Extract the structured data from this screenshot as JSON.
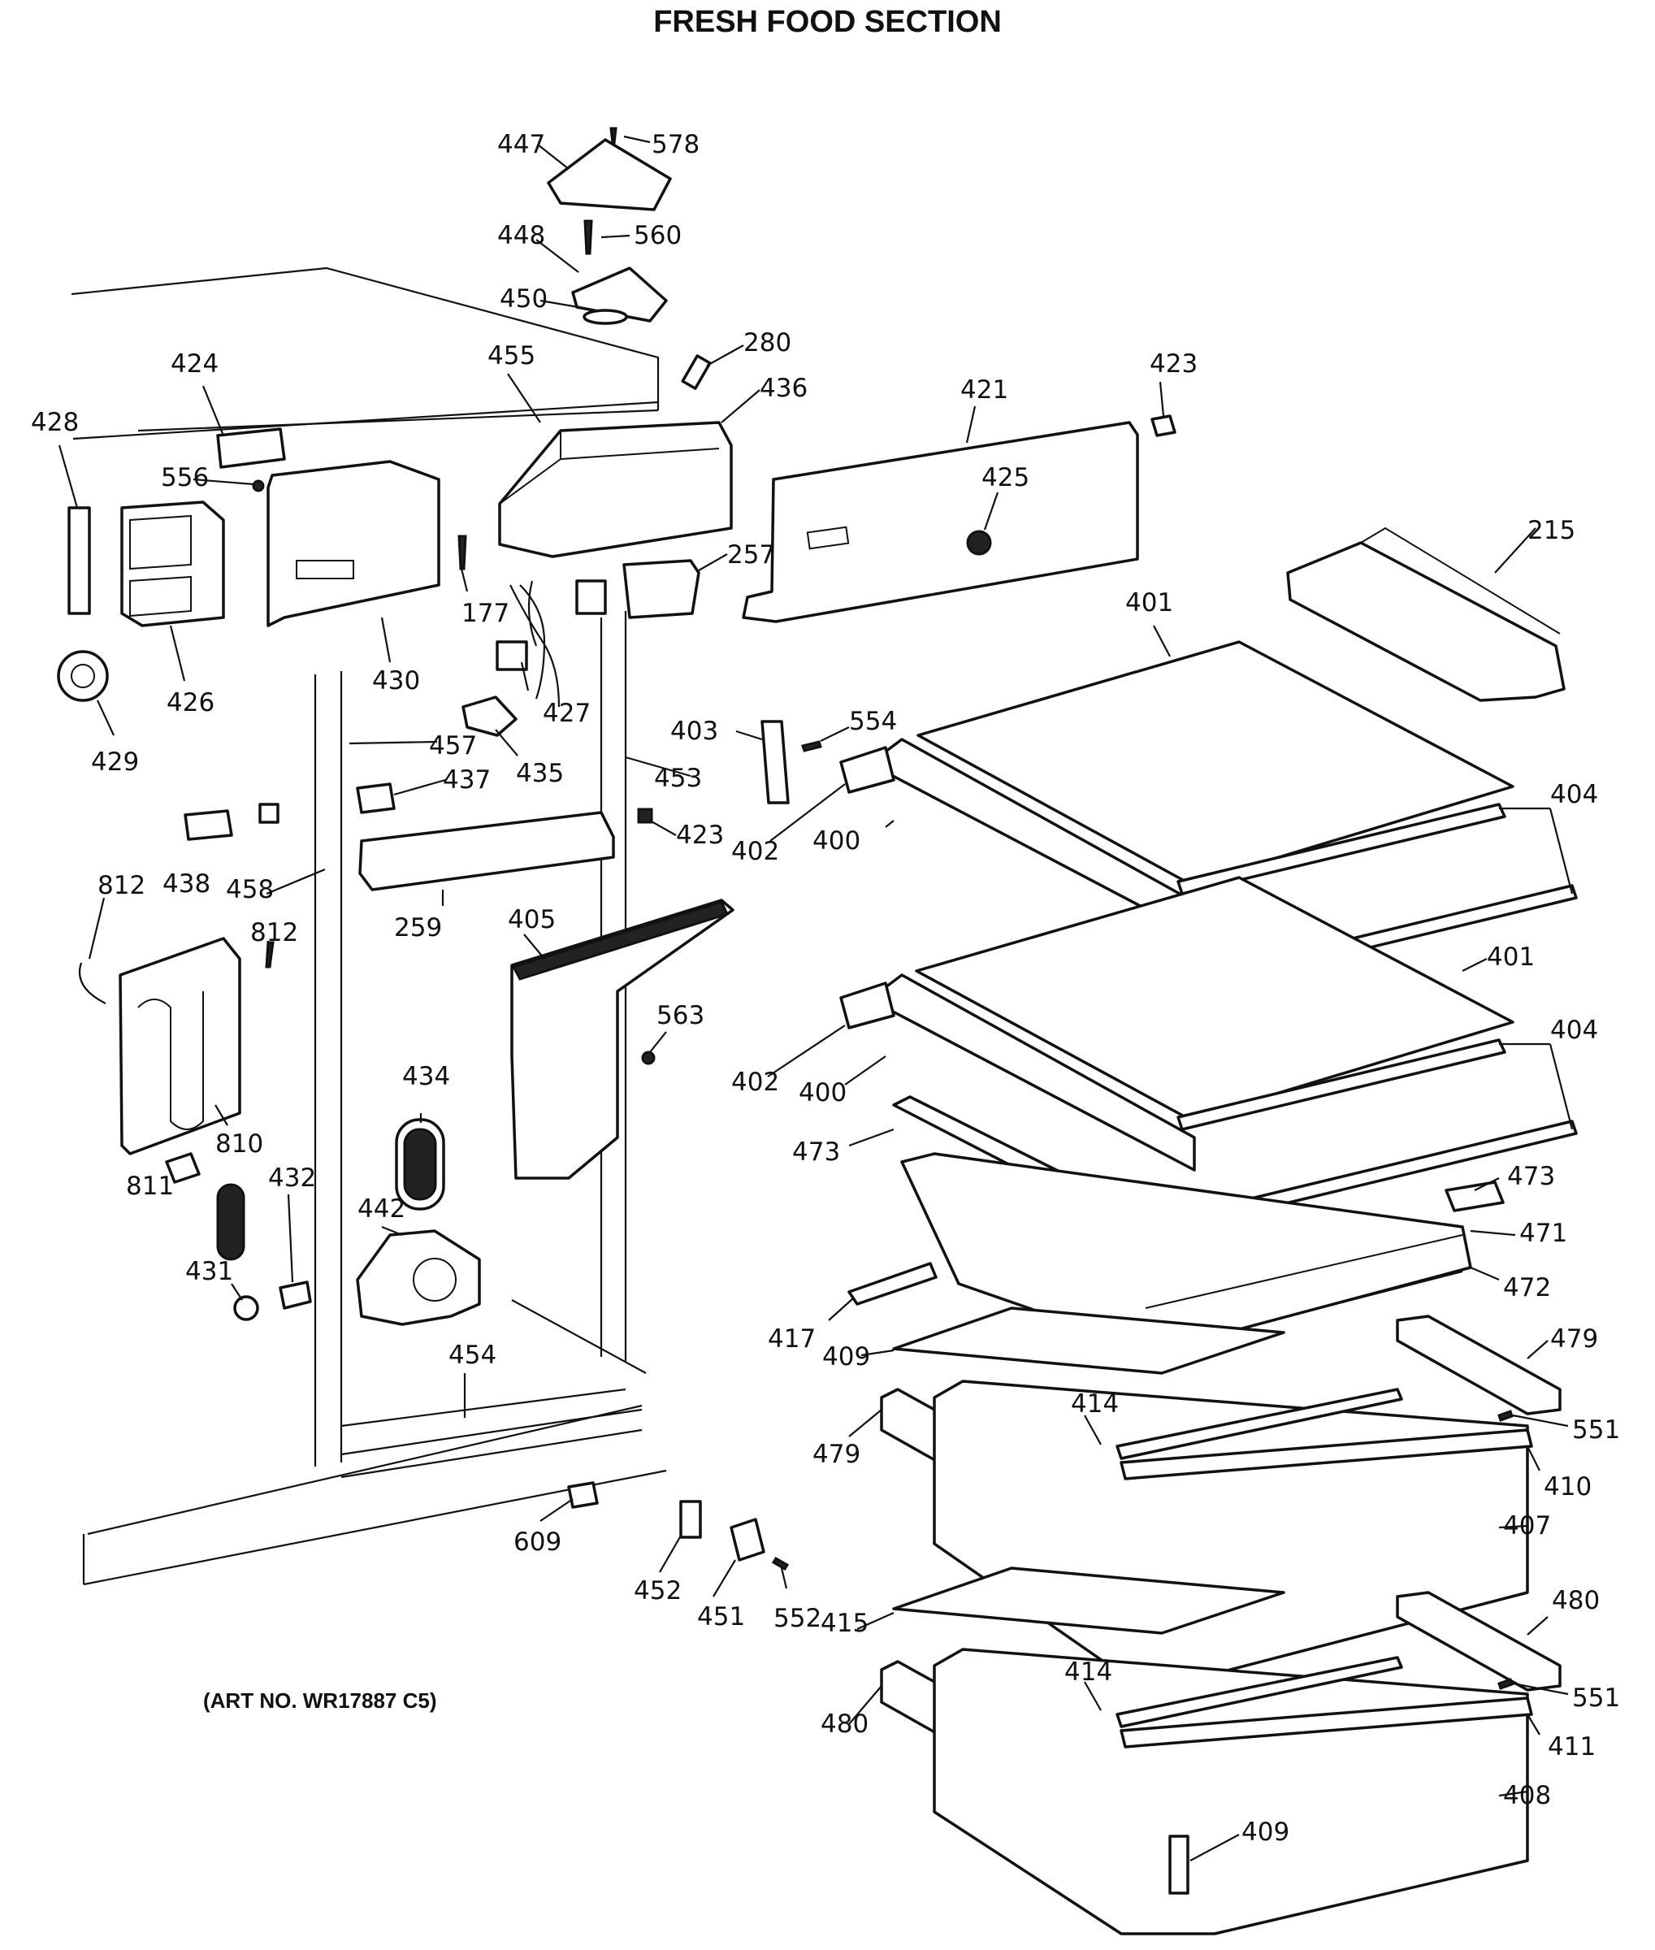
{
  "title": "FRESH FOOD SECTION",
  "art_number": "(ART NO. WR17887 C5)",
  "labels": [
    "447",
    "578",
    "448",
    "560",
    "450",
    "280",
    "424",
    "428",
    "455",
    "436",
    "421",
    "423",
    "556",
    "425",
    "257",
    "215",
    "177",
    "430",
    "426",
    "427",
    "401",
    "429",
    "457",
    "435",
    "437",
    "403",
    "554",
    "453",
    "423",
    "402",
    "400",
    "404",
    "438",
    "458",
    "812",
    "259",
    "405",
    "812",
    "401",
    "563",
    "434",
    "402",
    "400",
    "404",
    "810",
    "473",
    "432",
    "473",
    "811",
    "442",
    "471",
    "431",
    "472",
    "417",
    "409",
    "479",
    "454",
    "414",
    "551",
    "479",
    "410",
    "407",
    "609",
    "452",
    "451",
    "552",
    "415",
    "480",
    "414",
    "551",
    "411",
    "480",
    "408",
    "409"
  ]
}
